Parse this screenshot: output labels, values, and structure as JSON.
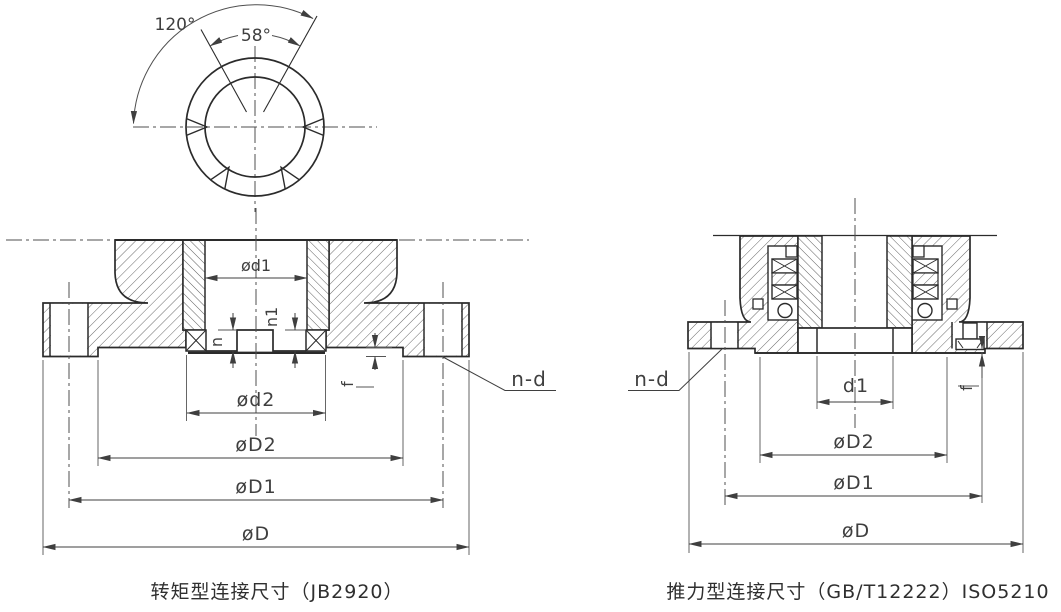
{
  "colors": {
    "object_line": "#2b2b2b",
    "thin_line": "#4f4f4f",
    "hatch_line": "#6a6a6a",
    "dim_text": "#3f3f3f",
    "background": "#ffffff"
  },
  "top_view": {
    "outer_angle": "120°",
    "notch_angle": "58°"
  },
  "left_view": {
    "caption": "转矩型连接尺寸（JB2920）",
    "bore_dia": "ød1",
    "recess_dia": "ød2",
    "spigot_dia": "øD2",
    "bolt_circle_dia": "øD1",
    "outer_dia": "øD",
    "face_step": "f",
    "depth_n": "n",
    "depth_n1": "n1",
    "bolt_holes_note": "n-d"
  },
  "right_view": {
    "caption": "推力型连接尺寸（GB/T12222）ISO5210",
    "bore_dia": "d1",
    "spigot_dia": "øD2",
    "bolt_circle_dia": "øD1",
    "outer_dia": "øD",
    "face_step": "f",
    "bolt_holes_note": "n-d"
  }
}
